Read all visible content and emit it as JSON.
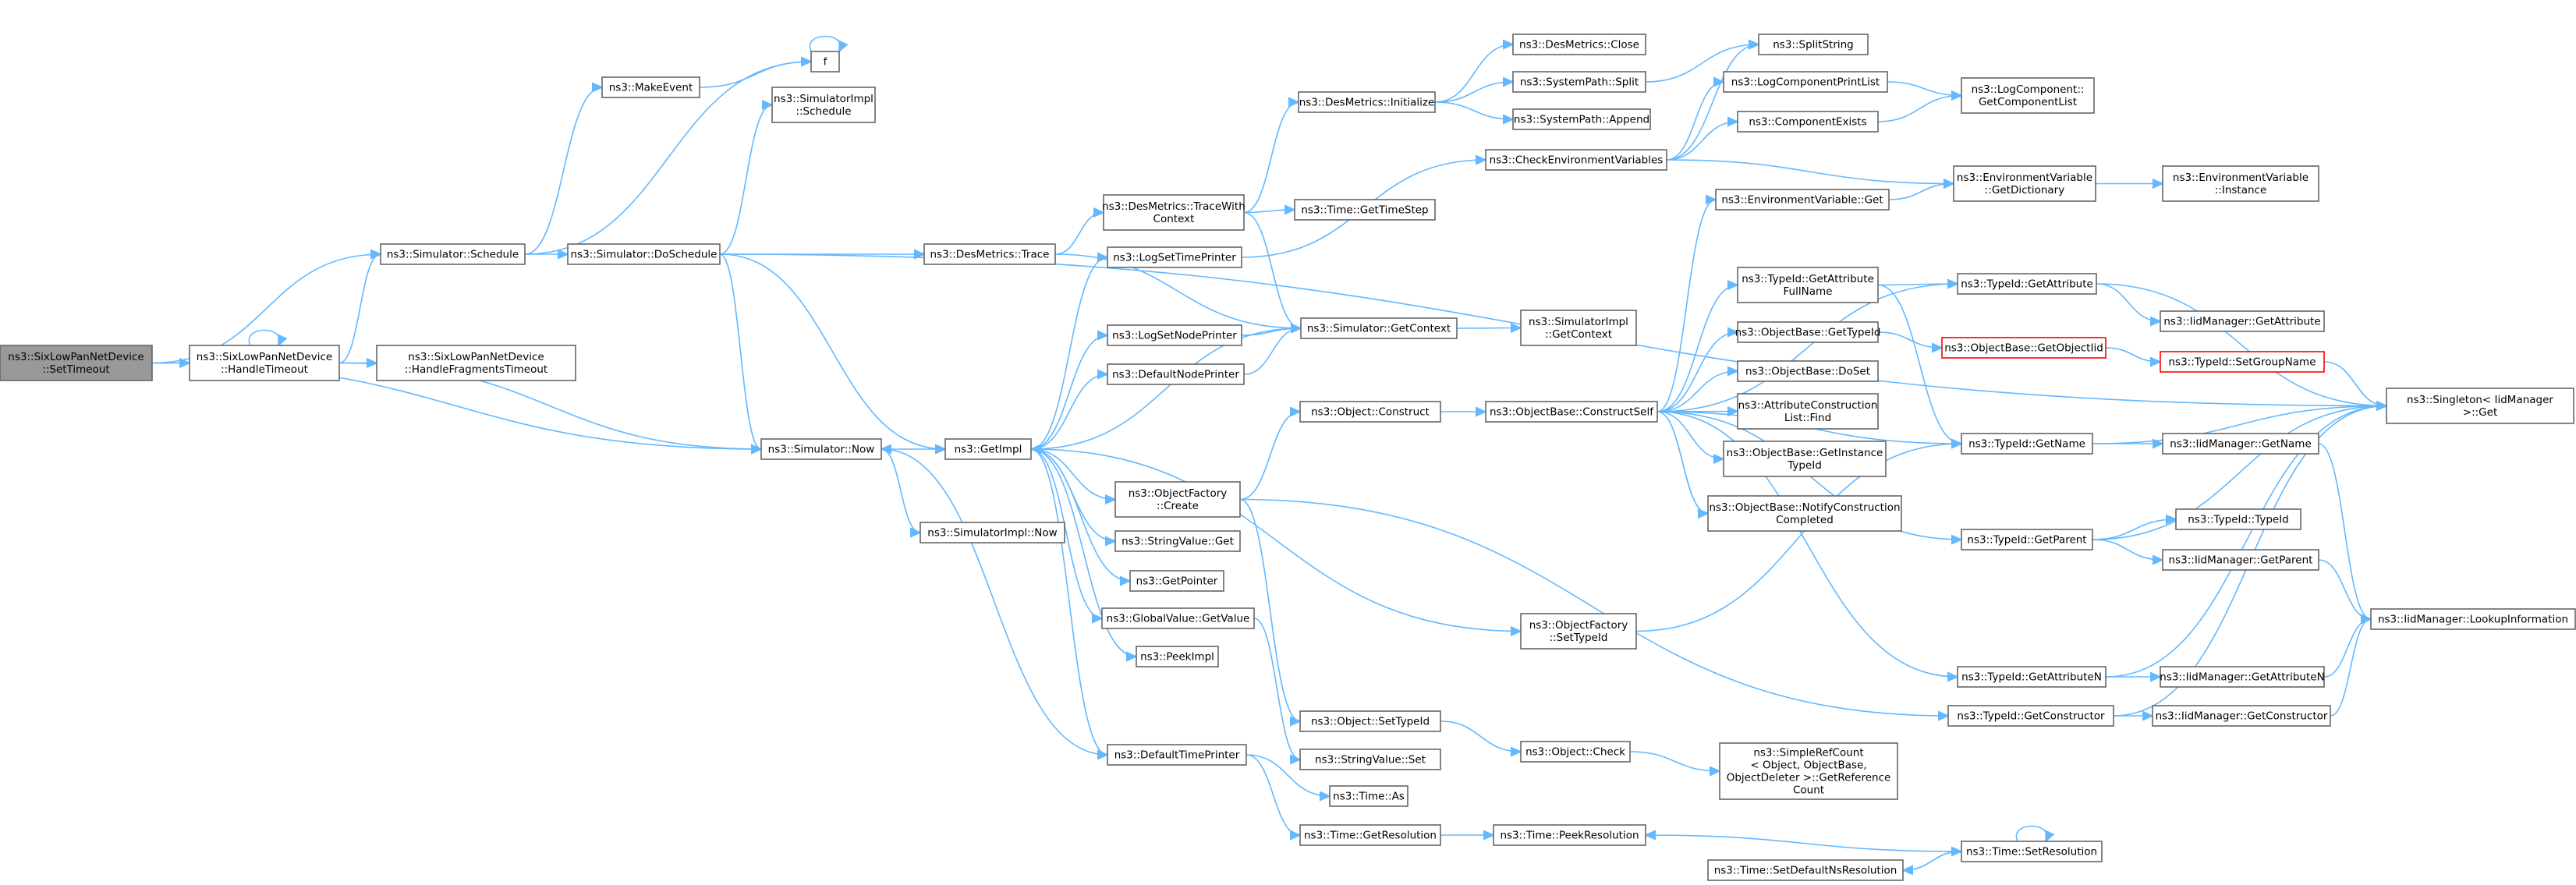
{
  "nodes": [
    {
      "id": "root",
      "lines": [
        "ns3::SixLowPanNetDevice",
        "::SetTimeout"
      ],
      "style": "root"
    },
    {
      "id": "schedule",
      "lines": [
        "ns3::Simulator::Schedule"
      ]
    },
    {
      "id": "handleTimeout",
      "lines": [
        "ns3::SixLowPanNetDevice",
        "::HandleTimeout"
      ]
    },
    {
      "id": "handleFrag",
      "lines": [
        "ns3::SixLowPanNetDevice",
        "::HandleFragmentsTimeout"
      ]
    },
    {
      "id": "now",
      "lines": [
        "ns3::Simulator::Now"
      ]
    },
    {
      "id": "makeEvent",
      "lines": [
        "ns3::MakeEvent"
      ]
    },
    {
      "id": "f",
      "lines": [
        "f"
      ]
    },
    {
      "id": "doSchedule",
      "lines": [
        "ns3::Simulator::DoSchedule"
      ]
    },
    {
      "id": "simImplSchedule",
      "lines": [
        "ns3::SimulatorImpl",
        "::Schedule"
      ]
    },
    {
      "id": "simImplNow",
      "lines": [
        "ns3::SimulatorImpl::Now"
      ]
    },
    {
      "id": "getImpl",
      "lines": [
        "ns3::GetImpl"
      ]
    },
    {
      "id": "desTrace",
      "lines": [
        "ns3::DesMetrics::Trace"
      ]
    },
    {
      "id": "desTraceWith",
      "lines": [
        "ns3::DesMetrics::TraceWith",
        "Context"
      ]
    },
    {
      "id": "desInit",
      "lines": [
        "ns3::DesMetrics::Initialize"
      ]
    },
    {
      "id": "desClose",
      "lines": [
        "ns3::DesMetrics::Close"
      ]
    },
    {
      "id": "sysSplit",
      "lines": [
        "ns3::SystemPath::Split"
      ]
    },
    {
      "id": "sysAppend",
      "lines": [
        "ns3::SystemPath::Append"
      ]
    },
    {
      "id": "splitString",
      "lines": [
        "ns3::SplitString"
      ]
    },
    {
      "id": "timeGetTimeStep",
      "lines": [
        "ns3::Time::GetTimeStep"
      ]
    },
    {
      "id": "checkEnv",
      "lines": [
        "ns3::CheckEnvironmentVariables"
      ]
    },
    {
      "id": "logCompPrintList",
      "lines": [
        "ns3::LogComponentPrintList"
      ]
    },
    {
      "id": "logCompGetList",
      "lines": [
        "ns3::LogComponent::",
        "GetComponentList"
      ]
    },
    {
      "id": "compExists",
      "lines": [
        "ns3::ComponentExists"
      ]
    },
    {
      "id": "envVarGet",
      "lines": [
        "ns3::EnvironmentVariable::Get"
      ]
    },
    {
      "id": "envVarGetDict",
      "lines": [
        "ns3::EnvironmentVariable",
        "::GetDictionary"
      ]
    },
    {
      "id": "envVarInstance",
      "lines": [
        "ns3::EnvironmentVariable",
        "::Instance"
      ]
    },
    {
      "id": "logSetTimePrinter",
      "lines": [
        "ns3::LogSetTimePrinter"
      ]
    },
    {
      "id": "logSetNodePrinter",
      "lines": [
        "ns3::LogSetNodePrinter"
      ]
    },
    {
      "id": "defaultNodePrinter",
      "lines": [
        "ns3::DefaultNodePrinter"
      ]
    },
    {
      "id": "simGetContext",
      "lines": [
        "ns3::Simulator::GetContext"
      ]
    },
    {
      "id": "simImplGetContext",
      "lines": [
        "ns3::SimulatorImpl",
        "::GetContext"
      ]
    },
    {
      "id": "objConstruct",
      "lines": [
        "ns3::Object::Construct"
      ]
    },
    {
      "id": "objBaseConstructSelf",
      "lines": [
        "ns3::ObjectBase::ConstructSelf"
      ]
    },
    {
      "id": "typeIdGetAttrFull",
      "lines": [
        "ns3::TypeId::GetAttribute",
        "FullName"
      ]
    },
    {
      "id": "typeIdGetAttr",
      "lines": [
        "ns3::TypeId::GetAttribute"
      ]
    },
    {
      "id": "iidGetAttr",
      "lines": [
        "ns3::IidManager::GetAttribute"
      ]
    },
    {
      "id": "singletonGet",
      "lines": [
        "ns3::Singleton< IidManager",
        " >::Get"
      ]
    },
    {
      "id": "objBaseGetTypeId",
      "lines": [
        "ns3::ObjectBase::GetTypeId"
      ]
    },
    {
      "id": "objBaseGetObjectIid",
      "lines": [
        "ns3::ObjectBase::GetObjectIid"
      ],
      "style": "red"
    },
    {
      "id": "typeIdSetGroupName",
      "lines": [
        "ns3::TypeId::SetGroupName"
      ],
      "style": "red"
    },
    {
      "id": "objBaseDoSet",
      "lines": [
        "ns3::ObjectBase::DoSet"
      ]
    },
    {
      "id": "attrConstructFind",
      "lines": [
        "ns3::AttributeConstruction",
        "List::Find"
      ]
    },
    {
      "id": "objBaseGetInstTypeId",
      "lines": [
        "ns3::ObjectBase::GetInstance",
        "TypeId"
      ]
    },
    {
      "id": "objBaseNotify",
      "lines": [
        "ns3::ObjectBase::NotifyConstruction",
        "Completed"
      ]
    },
    {
      "id": "typeIdGetName",
      "lines": [
        "ns3::TypeId::GetName"
      ]
    },
    {
      "id": "iidGetName",
      "lines": [
        "ns3::IidManager::GetName"
      ]
    },
    {
      "id": "typeIdGetParent",
      "lines": [
        "ns3::TypeId::GetParent"
      ]
    },
    {
      "id": "typeIdTypeId",
      "lines": [
        "ns3::TypeId::TypeId"
      ]
    },
    {
      "id": "iidGetParent",
      "lines": [
        "ns3::IidManager::GetParent"
      ]
    },
    {
      "id": "iidLookup",
      "lines": [
        "ns3::IidManager::LookupInformation"
      ]
    },
    {
      "id": "objFactoryCreate",
      "lines": [
        "ns3::ObjectFactory",
        "::Create"
      ]
    },
    {
      "id": "stringValueGet",
      "lines": [
        "ns3::StringValue::Get"
      ]
    },
    {
      "id": "getPointer",
      "lines": [
        "ns3::GetPointer"
      ]
    },
    {
      "id": "globalValueGetValue",
      "lines": [
        "ns3::GlobalValue::GetValue"
      ]
    },
    {
      "id": "peekImpl",
      "lines": [
        "ns3::PeekImpl"
      ]
    },
    {
      "id": "objFactorySetTypeId",
      "lines": [
        "ns3::ObjectFactory",
        "::SetTypeId"
      ]
    },
    {
      "id": "typeIdGetAttrN",
      "lines": [
        "ns3::TypeId::GetAttributeN"
      ]
    },
    {
      "id": "iidGetAttrN",
      "lines": [
        "ns3::IidManager::GetAttributeN"
      ]
    },
    {
      "id": "typeIdGetConstructor",
      "lines": [
        "ns3::TypeId::GetConstructor"
      ]
    },
    {
      "id": "iidGetConstructor",
      "lines": [
        "ns3::IidManager::GetConstructor"
      ]
    },
    {
      "id": "objSetTypeId",
      "lines": [
        "ns3::Object::SetTypeId"
      ]
    },
    {
      "id": "objCheck",
      "lines": [
        "ns3::Object::Check"
      ]
    },
    {
      "id": "simpleRefCount",
      "lines": [
        "ns3::SimpleRefCount",
        "< Object, ObjectBase,",
        " ObjectDeleter >::GetReference",
        "Count"
      ]
    },
    {
      "id": "stringValueSet",
      "lines": [
        "ns3::StringValue::Set"
      ]
    },
    {
      "id": "defaultTimePrinter",
      "lines": [
        "ns3::DefaultTimePrinter"
      ]
    },
    {
      "id": "timeAs",
      "lines": [
        "ns3::Time::As"
      ]
    },
    {
      "id": "timeGetRes",
      "lines": [
        "ns3::Time::GetResolution"
      ]
    },
    {
      "id": "timePeekRes",
      "lines": [
        "ns3::Time::PeekResolution"
      ]
    },
    {
      "id": "timeSetRes",
      "lines": [
        "ns3::Time::SetResolution"
      ]
    },
    {
      "id": "timeSetDefaultNsRes",
      "lines": [
        "ns3::Time::SetDefaultNsResolution"
      ]
    }
  ],
  "edges": [
    [
      "root",
      "schedule"
    ],
    [
      "root",
      "handleTimeout"
    ],
    [
      "root",
      "now"
    ],
    [
      "handleTimeout",
      "handleTimeout"
    ],
    [
      "handleTimeout",
      "schedule"
    ],
    [
      "handleTimeout",
      "handleFrag"
    ],
    [
      "handleTimeout",
      "now"
    ],
    [
      "schedule",
      "makeEvent"
    ],
    [
      "schedule",
      "f"
    ],
    [
      "schedule",
      "doSchedule"
    ],
    [
      "makeEvent",
      "f"
    ],
    [
      "f",
      "f"
    ],
    [
      "doSchedule",
      "simImplSchedule"
    ],
    [
      "doSchedule",
      "desTrace"
    ],
    [
      "doSchedule",
      "getImpl"
    ],
    [
      "doSchedule",
      "now"
    ],
    [
      "doSchedule",
      "singletonGet"
    ],
    [
      "now",
      "simImplNow"
    ],
    [
      "now",
      "getImpl"
    ],
    [
      "desTrace",
      "desTraceWith"
    ],
    [
      "desTrace",
      "simGetContext"
    ],
    [
      "desTraceWith",
      "desInit"
    ],
    [
      "desTraceWith",
      "timeGetTimeStep"
    ],
    [
      "desTraceWith",
      "simGetContext"
    ],
    [
      "desInit",
      "desClose"
    ],
    [
      "desInit",
      "sysSplit"
    ],
    [
      "desInit",
      "sysAppend"
    ],
    [
      "sysSplit",
      "splitString"
    ],
    [
      "checkEnv",
      "splitString"
    ],
    [
      "checkEnv",
      "logCompPrintList"
    ],
    [
      "checkEnv",
      "compExists"
    ],
    [
      "checkEnv",
      "envVarGetDict"
    ],
    [
      "logCompPrintList",
      "logCompGetList"
    ],
    [
      "compExists",
      "logCompGetList"
    ],
    [
      "envVarGet",
      "envVarGetDict"
    ],
    [
      "envVarGetDict",
      "envVarInstance"
    ],
    [
      "getImpl",
      "logSetTimePrinter"
    ],
    [
      "getImpl",
      "logSetNodePrinter"
    ],
    [
      "getImpl",
      "defaultNodePrinter"
    ],
    [
      "getImpl",
      "objFactoryCreate"
    ],
    [
      "getImpl",
      "stringValueGet"
    ],
    [
      "getImpl",
      "getPointer"
    ],
    [
      "getImpl",
      "globalValueGetValue"
    ],
    [
      "getImpl",
      "peekImpl"
    ],
    [
      "getImpl",
      "defaultTimePrinter"
    ],
    [
      "getImpl",
      "objFactorySetTypeId"
    ],
    [
      "logSetTimePrinter",
      "checkEnv"
    ],
    [
      "logSetNodePrinter",
      "simGetContext"
    ],
    [
      "defaultNodePrinter",
      "simGetContext"
    ],
    [
      "simGetContext",
      "simImplGetContext"
    ],
    [
      "simGetContext",
      "getImpl"
    ],
    [
      "objFactoryCreate",
      "objConstruct"
    ],
    [
      "objFactoryCreate",
      "objSetTypeId"
    ],
    [
      "objFactoryCreate",
      "typeIdGetConstructor"
    ],
    [
      "objConstruct",
      "objBaseConstructSelf"
    ],
    [
      "objBaseConstructSelf",
      "envVarGet"
    ],
    [
      "objBaseConstructSelf",
      "typeIdGetAttrFull"
    ],
    [
      "objBaseConstructSelf",
      "typeIdGetAttr"
    ],
    [
      "objBaseConstructSelf",
      "objBaseGetTypeId"
    ],
    [
      "objBaseConstructSelf",
      "objBaseDoSet"
    ],
    [
      "objBaseConstructSelf",
      "attrConstructFind"
    ],
    [
      "objBaseConstructSelf",
      "objBaseGetInstTypeId"
    ],
    [
      "objBaseConstructSelf",
      "objBaseNotify"
    ],
    [
      "objBaseConstructSelf",
      "typeIdGetName"
    ],
    [
      "objBaseConstructSelf",
      "typeIdGetParent"
    ],
    [
      "objBaseConstructSelf",
      "typeIdGetAttrN"
    ],
    [
      "typeIdGetAttrFull",
      "typeIdGetAttr"
    ],
    [
      "typeIdGetAttrFull",
      "typeIdGetName"
    ],
    [
      "typeIdGetAttr",
      "iidGetAttr"
    ],
    [
      "typeIdGetAttr",
      "singletonGet"
    ],
    [
      "objBaseGetTypeId",
      "objBaseGetObjectIid"
    ],
    [
      "objBaseGetObjectIid",
      "typeIdSetGroupName"
    ],
    [
      "typeIdSetGroupName",
      "singletonGet"
    ],
    [
      "typeIdGetName",
      "iidGetName"
    ],
    [
      "typeIdGetName",
      "singletonGet"
    ],
    [
      "iidGetName",
      "iidLookup"
    ],
    [
      "typeIdGetParent",
      "typeIdTypeId"
    ],
    [
      "typeIdGetParent",
      "iidGetParent"
    ],
    [
      "typeIdGetParent",
      "singletonGet"
    ],
    [
      "iidGetParent",
      "iidLookup"
    ],
    [
      "typeIdGetAttrN",
      "iidGetAttrN"
    ],
    [
      "typeIdGetAttrN",
      "singletonGet"
    ],
    [
      "iidGetAttrN",
      "iidLookup"
    ],
    [
      "typeIdGetConstructor",
      "iidGetConstructor"
    ],
    [
      "typeIdGetConstructor",
      "singletonGet"
    ],
    [
      "iidGetConstructor",
      "iidLookup"
    ],
    [
      "objFactorySetTypeId",
      "typeIdGetName"
    ],
    [
      "globalValueGetValue",
      "stringValueSet"
    ],
    [
      "objSetTypeId",
      "objCheck"
    ],
    [
      "objCheck",
      "simpleRefCount"
    ],
    [
      "defaultTimePrinter",
      "now"
    ],
    [
      "defaultTimePrinter",
      "timeAs"
    ],
    [
      "defaultTimePrinter",
      "timeGetRes"
    ],
    [
      "timeGetRes",
      "timePeekRes"
    ],
    [
      "timeSetRes",
      "timeSetRes"
    ],
    [
      "timeSetRes",
      "timePeekRes"
    ],
    [
      "timeSetRes",
      "timeSetDefaultNsRes"
    ],
    [
      "timeSetDefaultNsRes",
      "timeSetRes"
    ]
  ],
  "colors": {
    "edge": "#63b8ff",
    "node_border": "#666666",
    "root_fill": "#999999",
    "highlight_border": "#ff0000"
  }
}
